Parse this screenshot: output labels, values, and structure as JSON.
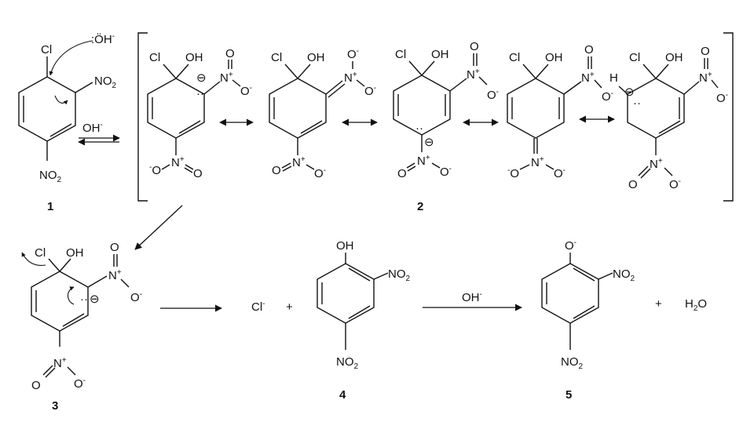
{
  "compound_numbers": {
    "start": "1",
    "resonance": "2",
    "intermediate": "3",
    "phenol": "4",
    "phenolate": "5"
  },
  "labels": {
    "Cl": "Cl",
    "OH": "OH",
    "O": "O",
    "N": "N",
    "NO": "NO",
    "two": "2",
    "plus": "+",
    "minus": "-",
    "H": "H",
    "H2O_H": "H",
    "H2O_O": "O",
    "oh_minus_reagent_O": ":ÖH",
    "oh_minus_reagent_charge": "-",
    "reversible_reagent": "OH",
    "reversible_reagent_charge": "-",
    "product_reagent": "OH",
    "product_reagent_charge": "-",
    "chloride": "Cl",
    "chloride_charge": "-",
    "carbanion_symbol": "⊖",
    "lone_pair": "··",
    "phenolate_O": "O",
    "phenolate_charge": "-"
  }
}
